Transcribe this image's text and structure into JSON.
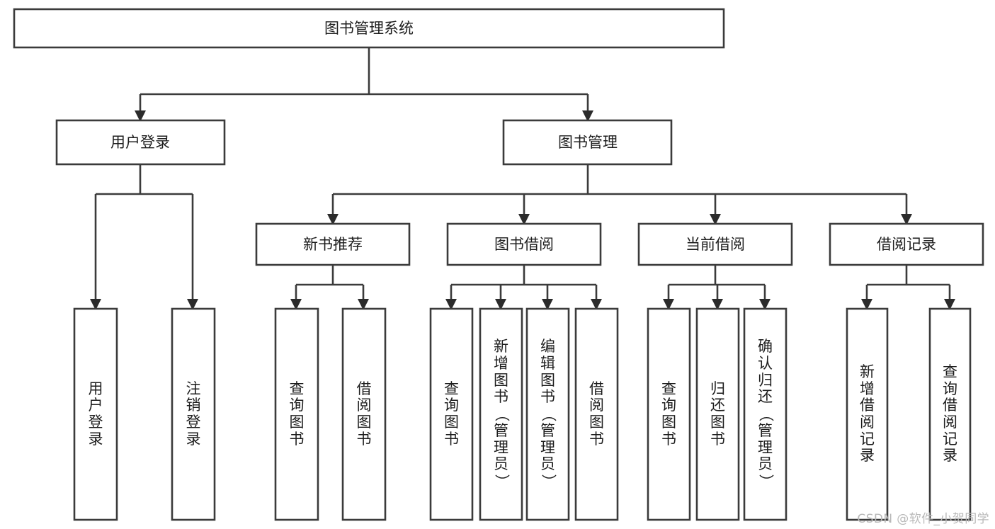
{
  "diagram": {
    "title": "图书管理系统",
    "watermark": "CSDN @软件_小贺同学",
    "colors": {
      "box_stroke": "#3b3b3b",
      "box_fill": "#ffffff",
      "text": "#1d1d1d",
      "arrow": "#2b2b2b",
      "watermark": "#b9b9b9",
      "background": "#ffffff"
    },
    "root": {
      "label": "图书管理系统"
    },
    "level1": [
      {
        "label": "用户登录"
      },
      {
        "label": "图书管理"
      }
    ],
    "level2": [
      {
        "label": "新书推荐"
      },
      {
        "label": "图书借阅"
      },
      {
        "label": "当前借阅"
      },
      {
        "label": "借阅记录"
      }
    ],
    "leaves": {
      "user_login": [
        {
          "label": "用户登录"
        },
        {
          "label": "注销登录"
        }
      ],
      "new_book_recommend": [
        {
          "label": "查询图书"
        },
        {
          "label": "借阅图书"
        }
      ],
      "book_borrow": [
        {
          "label": "查询图书"
        },
        {
          "label": "新增图书（管理员）"
        },
        {
          "label": "编辑图书（管理员）"
        },
        {
          "label": "借阅图书"
        }
      ],
      "current_borrow": [
        {
          "label": "查询图书"
        },
        {
          "label": "归还图书"
        },
        {
          "label": "确认归还（管理员）"
        }
      ],
      "borrow_record": [
        {
          "label": "新增借阅记录"
        },
        {
          "label": "查询借阅记录"
        }
      ]
    }
  }
}
